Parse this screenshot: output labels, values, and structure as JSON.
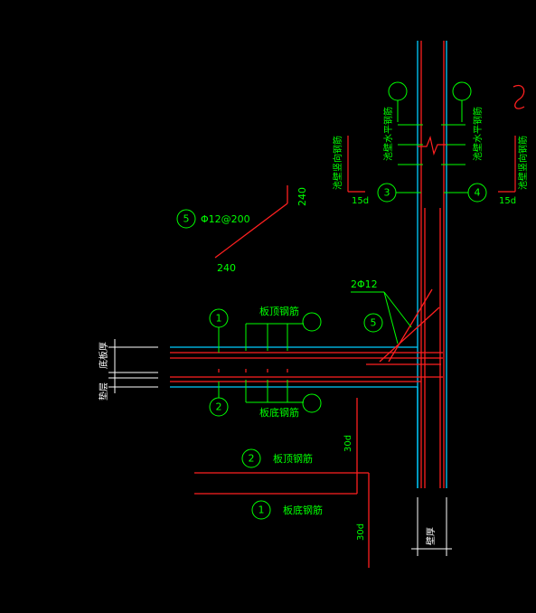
{
  "drawing": {
    "colors": {
      "background": "#000000",
      "rebar": "#ff2020",
      "concrete_line": "#00ccff",
      "annotation": "#00ff00",
      "dimension": "#ffffff",
      "leader": "#ff2020"
    },
    "labels": {
      "top_bar_upper": "板顶钢筋",
      "bottom_bar_upper": "板底钢筋",
      "top_bar_lower": "板顶钢筋",
      "bottom_bar_lower": "板底钢筋",
      "corner_bar": "Φ12@200",
      "corner_marker": "5",
      "corner_dim_vertical": "240",
      "corner_dim_horizontal": "240",
      "diag_bar": "2Φ12",
      "diag_marker": "5",
      "wall_horiz_left": "池壁水平钢筋",
      "wall_horiz_right": "池壁水平钢筋",
      "wall_vert_left": "池壁竖向钢筋",
      "wall_vert_right": "池壁竖向钢筋",
      "marker_3": "3",
      "marker_4": "4",
      "marker_1": "1",
      "marker_2": "2",
      "marker_1_lower": "1",
      "marker_2_lower": "2",
      "dim_15d_left": "15d",
      "dim_15d_right": "15d",
      "dim_30d_upper": "30d",
      "dim_30d_lower": "30d",
      "slab_thickness": "底板厚",
      "cushion": "垫层",
      "wall_thickness": "壁厚"
    }
  }
}
